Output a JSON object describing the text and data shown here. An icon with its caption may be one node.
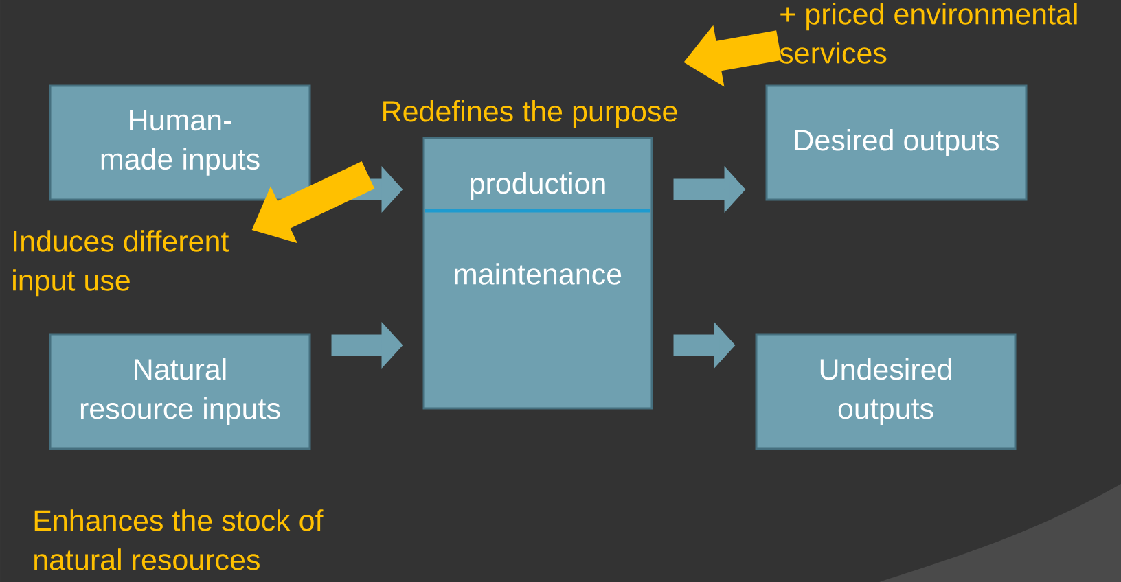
{
  "diagram": {
    "nodes": [
      {
        "text": [
          "Human-made inputs"
        ]
      },
      {
        "text": [
          "Natural resource inputs"
        ]
      },
      {
        "text": [
          "production",
          "maintenance"
        ]
      },
      {
        "text": [
          "Desired outputs"
        ]
      },
      {
        "text": [
          "Undesired outputs"
        ]
      },
      {
        "text": [
          "Redefines the purpose"
        ]
      },
      {
        "text": [
          "+ priced environmental services"
        ]
      },
      {
        "text": [
          "Induces different input use"
        ]
      },
      {
        "text": [
          "Enhances the stock of natural resources"
        ]
      }
    ],
    "edges": [
      {
        "from": 0,
        "to": 2,
        "arrow": "to"
      },
      {
        "from": 1,
        "to": 2,
        "arrow": "to"
      },
      {
        "from": 2,
        "to": 3,
        "arrow": "to"
      },
      {
        "from": 2,
        "to": 4,
        "arrow": "to"
      },
      {
        "from": 6,
        "to": 5,
        "arrow": "to",
        "color": "#ffc000"
      },
      {
        "from": null,
        "to": 7,
        "arrow": "to",
        "color": "#ffc000"
      }
    ]
  }
}
